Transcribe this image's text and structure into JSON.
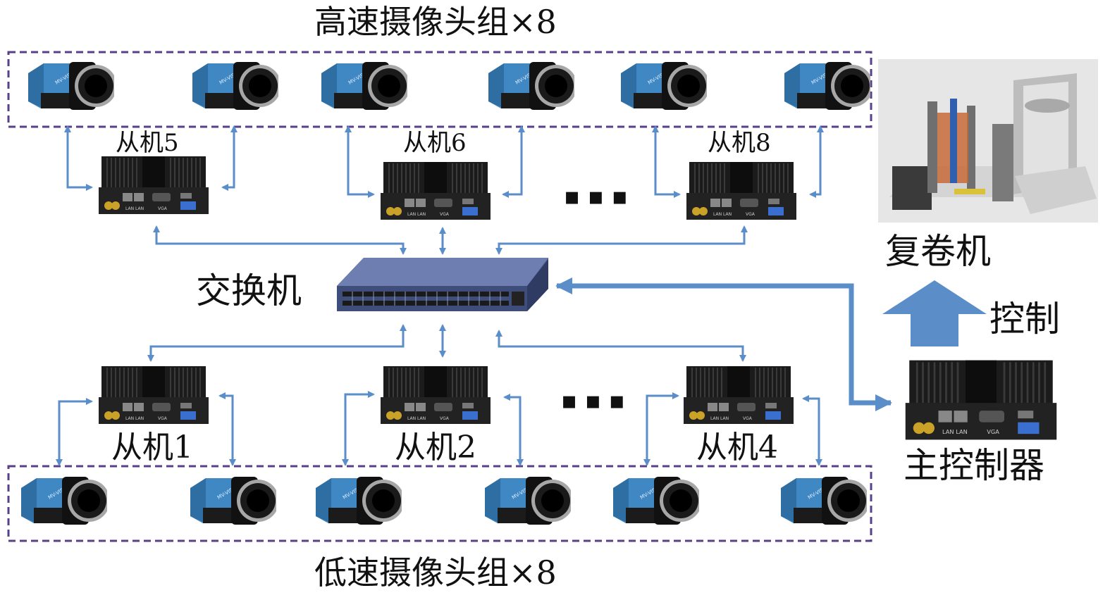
{
  "labels": {
    "high_group": "高速摄像头组×8",
    "low_group": "低速摄像头组×8",
    "switch": "交换机",
    "rewinder": "复卷机",
    "control": "控制",
    "main_controller": "主控制器"
  },
  "slaves_top": [
    "从机5",
    "从机6",
    "从机8"
  ],
  "slaves_bottom": [
    "从机1",
    "从机2",
    "从机4"
  ],
  "ellipsis": "▪ ▪ ▪",
  "device_ports": {
    "lan": "LAN",
    "vga": "VGA"
  },
  "colors": {
    "arrow": "#5b8ec9",
    "group_border": "#5a3f8a",
    "camera_body": "#3f88c4",
    "device_body": "#1b1b1b",
    "switch_body": "#3e4d7a"
  },
  "icons": {
    "camera": "industrial-camera-icon",
    "slave": "mini-pc-icon",
    "switch": "network-switch-icon",
    "rewinder": "rewinder-machine-icon"
  }
}
